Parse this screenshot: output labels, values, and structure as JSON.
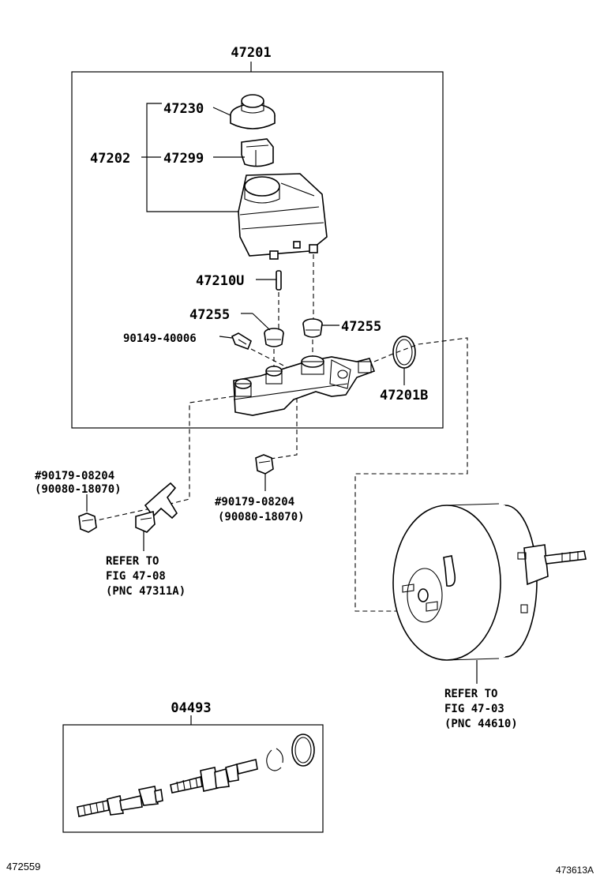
{
  "callouts": {
    "assembly": "47201",
    "cap": "47230",
    "reservoir_set": "47202",
    "strainer": "47299",
    "pin": "47210U",
    "grommet_left": "47255",
    "grommet_right": "47255",
    "bolt": "90149-40006",
    "oring": "47201B",
    "nut_left_1": "#90179-08204",
    "nut_left_2": "(90080-18070)",
    "nut_mid_1": "#90179-08204",
    "nut_mid_2": "(90080-18070)",
    "refer_left_1": "REFER TO",
    "refer_left_2": "FIG 47-08",
    "refer_left_3": "(PNC 47311A)",
    "refer_booster_1": "REFER TO",
    "refer_booster_2": "FIG 47-03",
    "refer_booster_3": "(PNC 44610)",
    "kit": "04493"
  },
  "footer": {
    "left_code": "472559",
    "right_code": "473613A"
  }
}
